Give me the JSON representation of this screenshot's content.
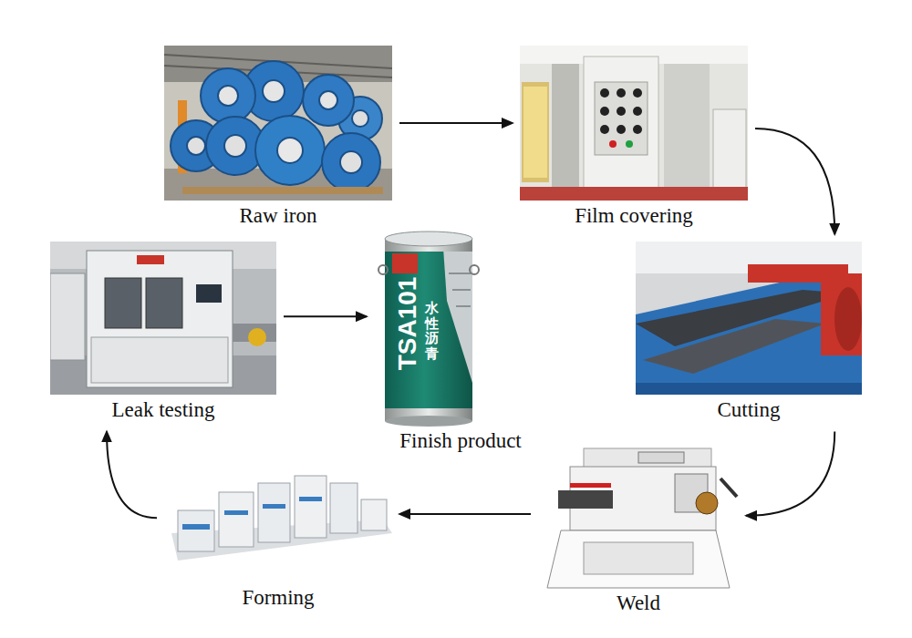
{
  "diagram": {
    "nodes": [
      {
        "text": [
          "Raw iron"
        ]
      },
      {
        "text": [
          "Film covering"
        ]
      },
      {
        "text": [
          "Cutting"
        ]
      },
      {
        "text": [
          "Weld"
        ]
      },
      {
        "text": [
          "Forming"
        ]
      },
      {
        "text": [
          "Leak testing"
        ]
      },
      {
        "text": [
          "Finish product"
        ]
      }
    ],
    "edges": [
      {
        "from": 0,
        "to": 1,
        "arrow": "to"
      },
      {
        "from": 1,
        "to": 2,
        "arrow": "to"
      },
      {
        "from": 2,
        "to": 3,
        "arrow": "to"
      },
      {
        "from": 3,
        "to": 4,
        "arrow": "to"
      },
      {
        "from": 4,
        "to": 5,
        "arrow": "to"
      },
      {
        "from": 5,
        "to": 6,
        "arrow": "to"
      }
    ],
    "labels": [
      "TSA101",
      "水性沥青"
    ]
  }
}
